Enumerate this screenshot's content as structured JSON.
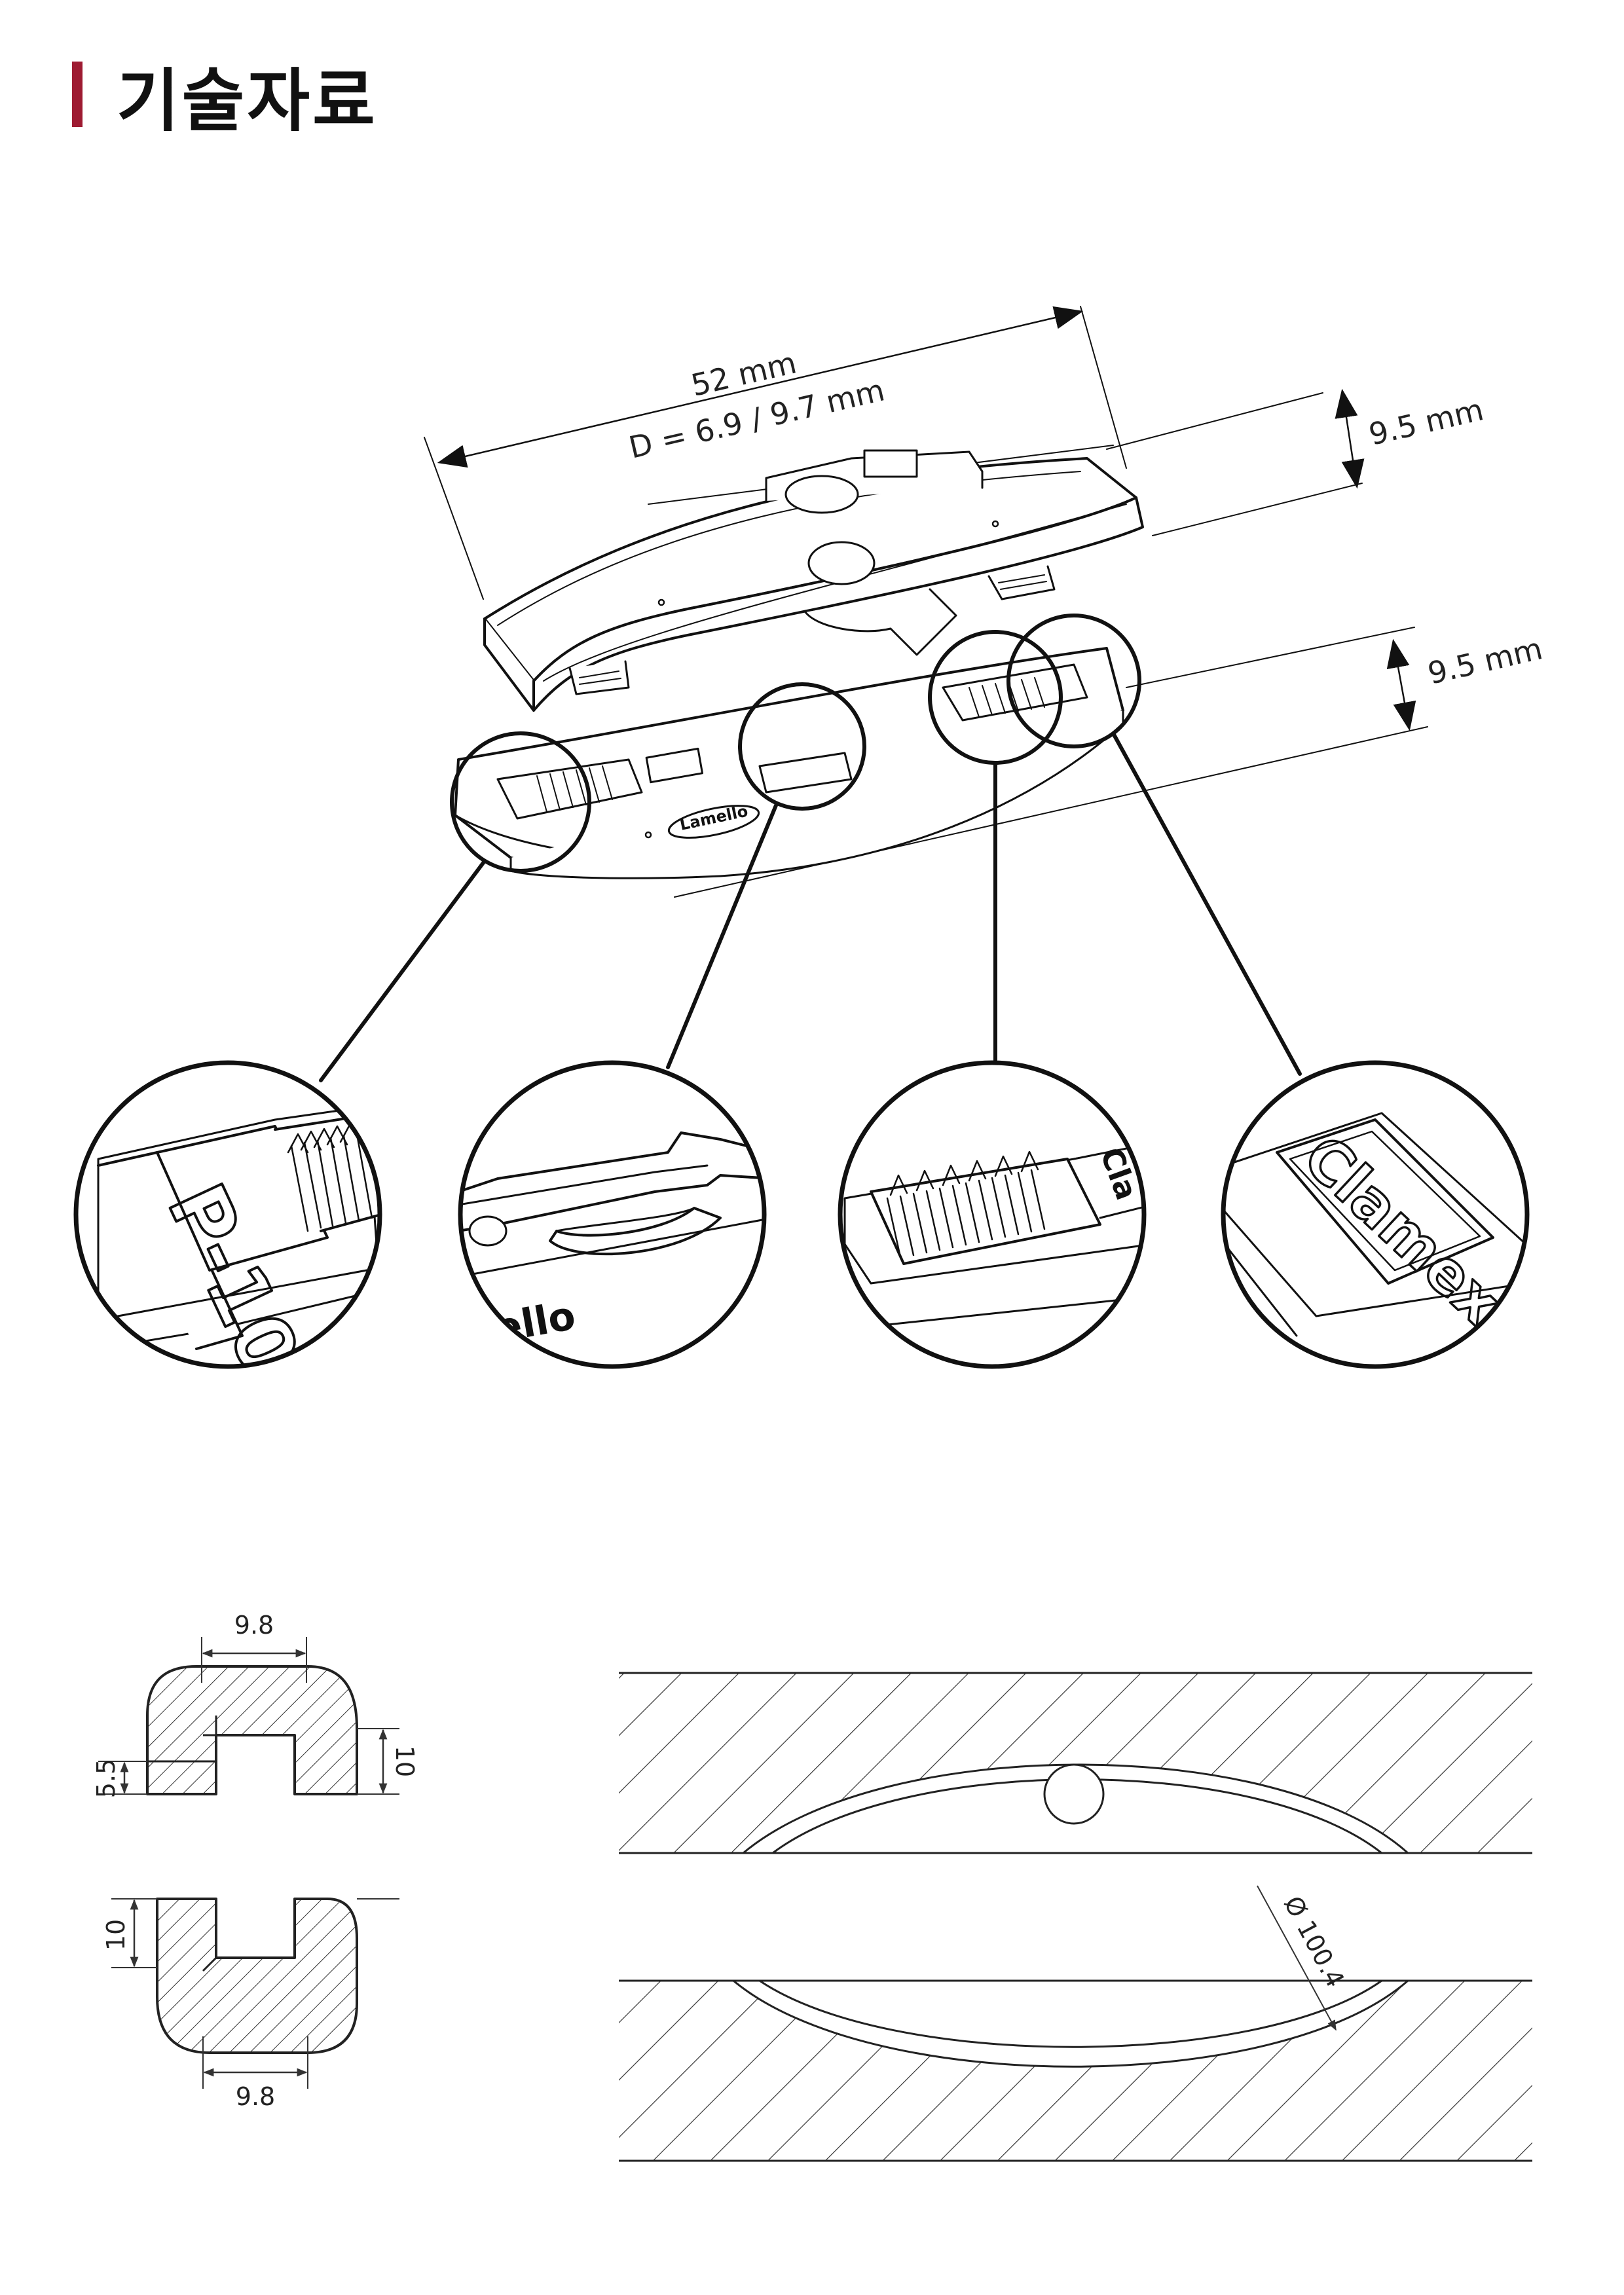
{
  "page": {
    "title": "기술자료",
    "accent_color": "#9e1b32"
  },
  "top_drawing": {
    "length_label": "52 mm",
    "diameter_label": "D = 6.9 / 9.7 mm",
    "height_top_label": "9.5 mm",
    "height_bottom_label": "9.5 mm",
    "embossed": {
      "logo": "Lamello",
      "model": "P-10",
      "brand": "Clamex",
      "logo_partial": "ello",
      "brand_partial": "Cla"
    }
  },
  "profile_top": {
    "width_label": "9.8",
    "height_label": "10",
    "slot_label": "5.5"
  },
  "profile_bottom": {
    "width_label": "9.8",
    "height_label": "10"
  },
  "groove": {
    "diameter_label": "Ø 100.4"
  }
}
